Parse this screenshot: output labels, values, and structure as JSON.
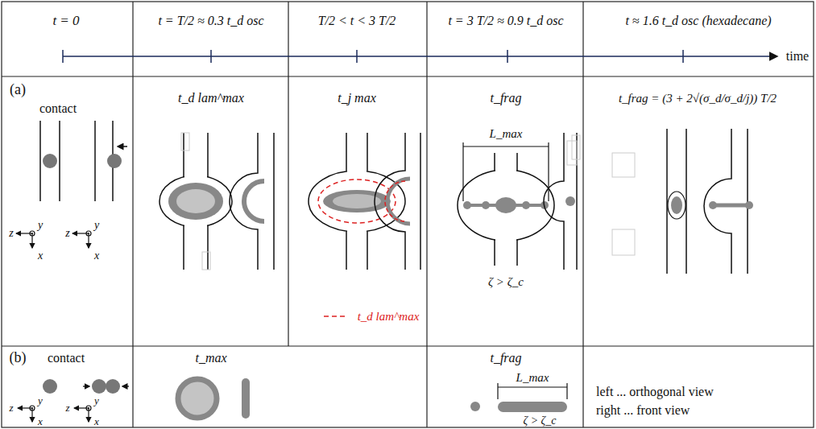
{
  "diagram": {
    "labels": [
      "t = 0",
      "t = T/2 ≈ 0.3 t_d osc",
      "T/2 < t < 3 T/2",
      "t = 3 T/2 ≈ 0.9 t_d osc",
      "t ≈ 1.6 t_d osc (hexadecane)",
      "time",
      "(a)",
      "contact",
      "t_d lam^max",
      "t_j max",
      "t_frag",
      "t_frag = (3 + 2√(σ_d/σ_d/j)) T/2",
      "L_max",
      "ζ > ζ_c",
      "t_d lam^max",
      "z",
      "y",
      "x",
      "z",
      "y",
      "x",
      "(b)",
      "contact",
      "t_max",
      "t_frag",
      "L_max",
      "ζ > ζ_c",
      "z",
      "y",
      "x",
      "z",
      "y",
      "x",
      "left ... orthogonal view",
      "right ... front view"
    ]
  }
}
